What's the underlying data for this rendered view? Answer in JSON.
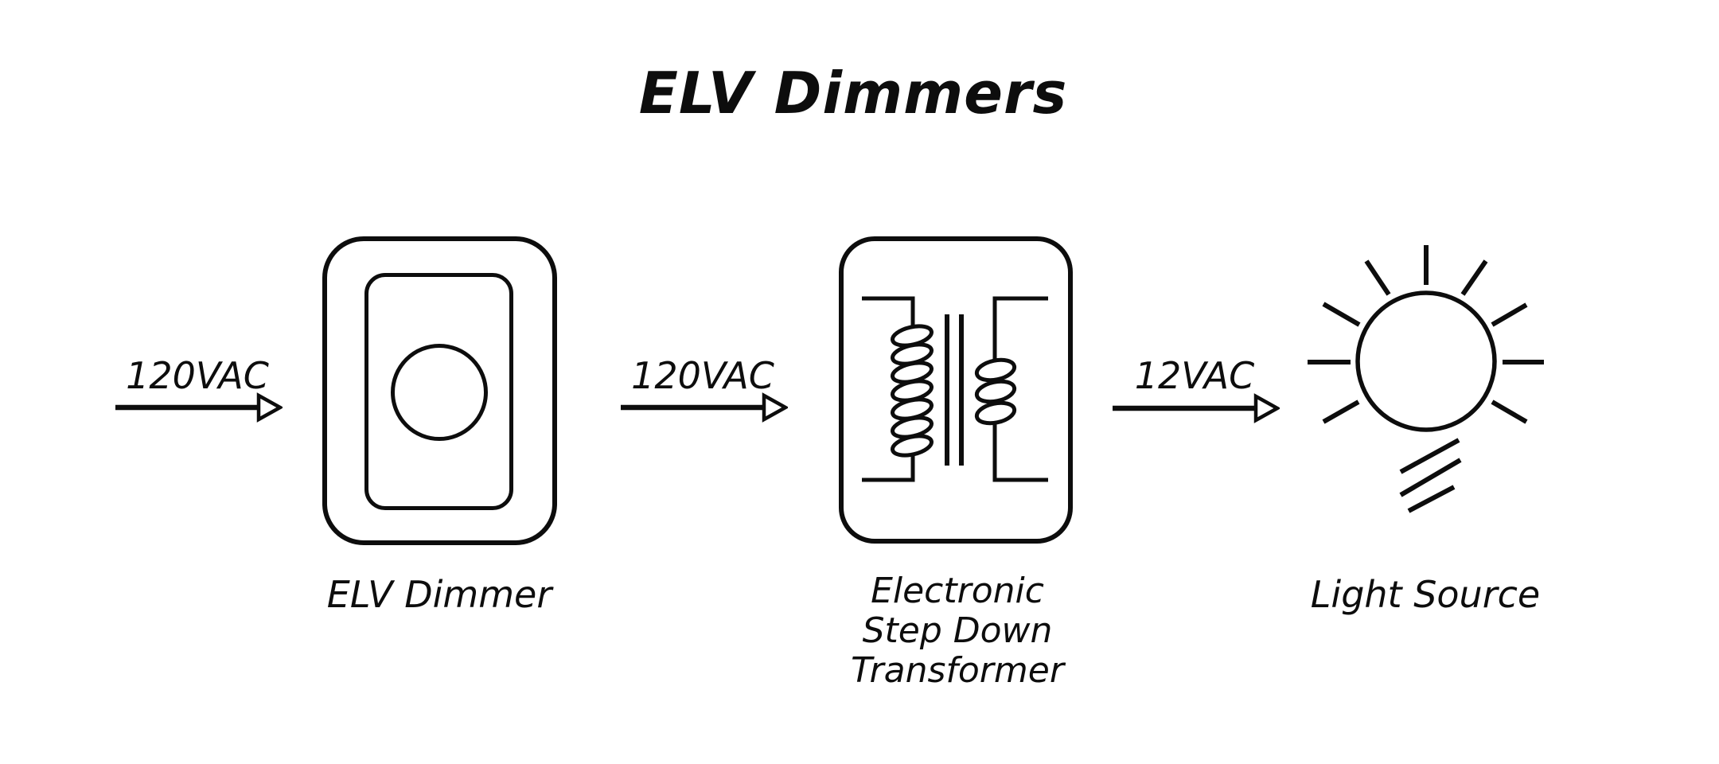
{
  "title": "ELV Dimmers",
  "colors": {
    "ink": "#0d0d0d",
    "background": "#ffffff"
  },
  "flow": {
    "input_arrow": {
      "label": "120VAC",
      "icon": "arrow-right-icon"
    },
    "dimmer": {
      "label": "ELV Dimmer",
      "icon": "dimmer-switch-icon"
    },
    "mid_arrow": {
      "label": "120VAC",
      "icon": "arrow-right-icon"
    },
    "transformer": {
      "label_line1": "Electronic",
      "label_line2": "Step Down",
      "label_line3": "Transformer",
      "icon": "step-down-transformer-icon"
    },
    "output_arrow": {
      "label": "12VAC",
      "icon": "arrow-right-icon"
    },
    "light": {
      "label": "Light Source",
      "icon": "light-source-icon"
    }
  }
}
